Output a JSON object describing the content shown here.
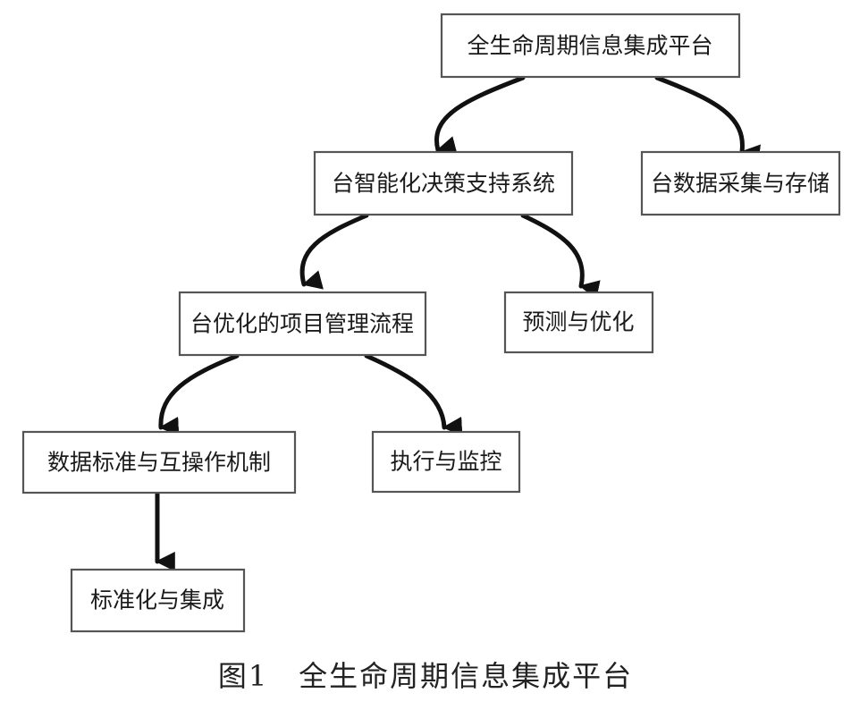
{
  "nodes": {
    "root": "全生命周期信息集成平台",
    "decision_support": "台智能化决策支持系统",
    "data_collection": "台数据采集与存储",
    "project_management": "台优化的项目管理流程",
    "prediction": "预测与优化",
    "data_standard": "数据标准与互操作机制",
    "execution": "执行与监控",
    "standardization": "标准化与集成"
  },
  "caption": "图1　全生命周期信息集成平台"
}
